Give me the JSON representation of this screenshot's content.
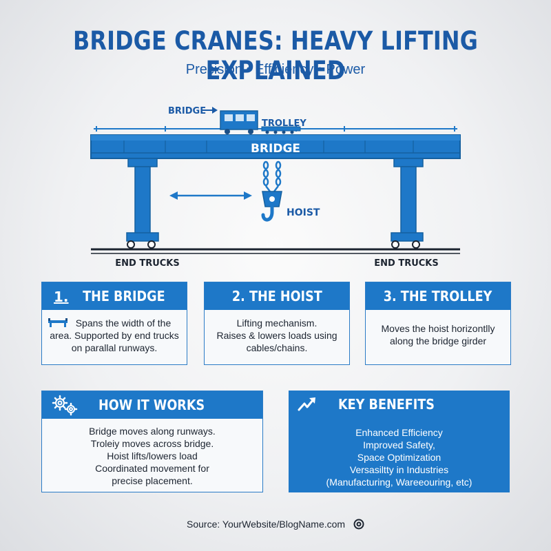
{
  "title": "BRIDGE CRANES: HEAVY LIFTING EXPLAINED",
  "subtitle": "Precision • Efficiency • Power",
  "diagram": {
    "bridge_top_label": "BRIDGE",
    "trolley_label": "TROLLEY",
    "bridge_girder_label": "BRIDGE",
    "hoist_label": "HOIST",
    "end_trucks_left": "END TRUCKS",
    "end_trucks_right": "END TRUCKS"
  },
  "cards": [
    {
      "number": "1.",
      "heading": "THE BRIDGE",
      "lines": [
        "Spans the width of the",
        "area. Supported by end trucks",
        "on parallal runways."
      ]
    },
    {
      "heading": "2. THE HOIST",
      "lines": [
        "Lifting mechanism.",
        "Raises & lowers loads using",
        "cables/chains."
      ]
    },
    {
      "heading": "3. THE TROLLEY",
      "lines": [
        "Moves the hoist horizontlly",
        "along the bridge girder"
      ]
    }
  ],
  "how_it_works": {
    "heading": "HOW IT WORKS",
    "lines": [
      "Bridge moves along runways.",
      "Troleiy moves across bridge.",
      "Hoist lifts/lowers load",
      "Coordinated movement for",
      "precise placement."
    ]
  },
  "key_benefits": {
    "heading": "KEY BENEFITS",
    "lines": [
      "Enhanced Efficiency",
      "Improved Safety,",
      "Space Optimization",
      "Versasiltty in Industries",
      "(Manufacturing, Wareeouring, etc)"
    ]
  },
  "source": "Source: YourWebsite/BlogName.com",
  "colors": {
    "primary": "#1e78c8",
    "title": "#1b5aa6",
    "dark": "#1c2430"
  }
}
